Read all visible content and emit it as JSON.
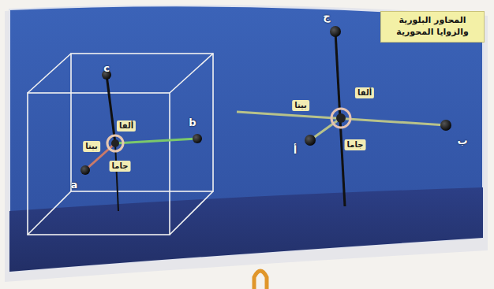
{
  "diagram": {
    "title": "المحاور البلورية والزوايا المحورية",
    "labels": [
      "c",
      "b",
      "a",
      "ألفا",
      "بيتا",
      "جاما",
      "ج",
      "ألفا",
      "بيتا",
      "جاما",
      "أ",
      "ب"
    ]
  }
}
